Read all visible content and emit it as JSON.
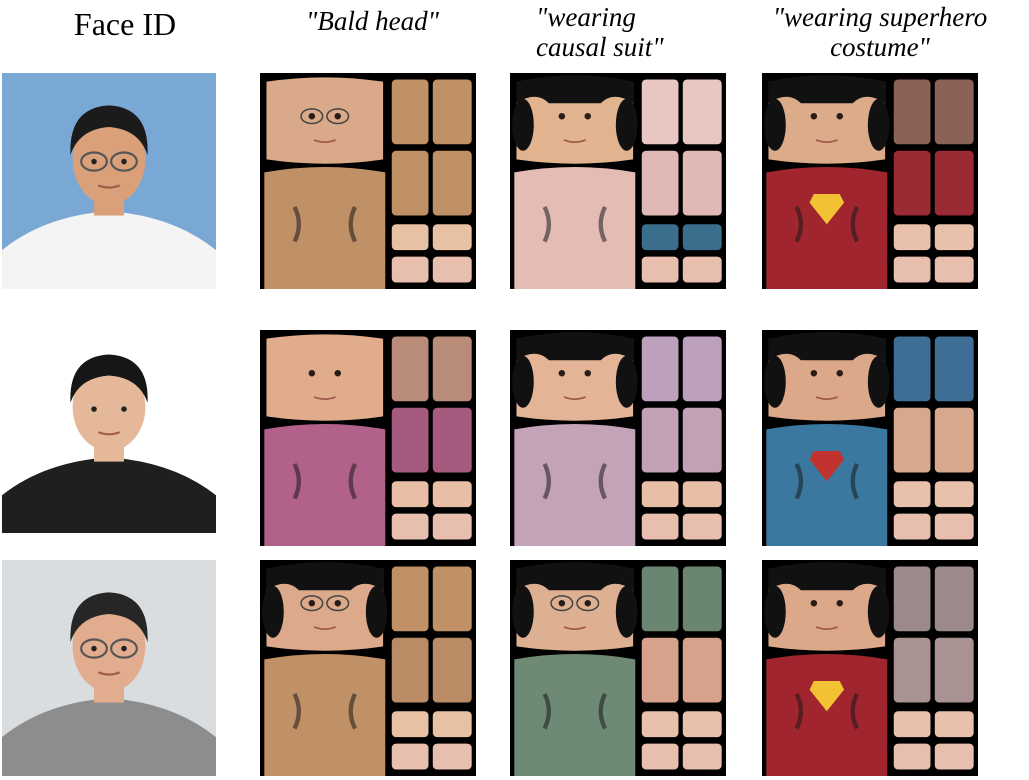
{
  "headers": {
    "face_id": "Face ID",
    "prompt1": "\"Bald head\"",
    "prompt2_line1": "\"wearing",
    "prompt2_line2": "causal suit\"",
    "prompt3_line1": "\"wearing superhero",
    "prompt3_line2": "costume\""
  },
  "rows": [
    {
      "photo": {
        "bg": "#7aa8d4",
        "skin": "#d9a07a",
        "hair": "#1b1b1b",
        "cloth": "#f4f4f4",
        "glasses": true
      },
      "tex": [
        {
          "skin": "#d9a989",
          "hair": "none",
          "shirt": "#c09066",
          "p1": "#c09066",
          "p2": "#c09066",
          "p3": "#e8c0a4",
          "glasses": true
        },
        {
          "skin": "#e1b48f",
          "hair": "#111111",
          "shirt": "#e4bcb4",
          "p1": "#e8c6c2",
          "p2": "#e0b8b6",
          "p3": "#3b6d8c",
          "glasses": false
        },
        {
          "skin": "#dbab8a",
          "hair": "#111111",
          "shirt": "#a0252e",
          "p1": "#8a6256",
          "p2": "#9a2a34",
          "p3": "#e8c0ac",
          "glasses": false,
          "emblem": "#f2c234"
        }
      ]
    },
    {
      "photo": {
        "bg": "#ffffff",
        "skin": "#e6b89a",
        "hair": "#161616",
        "cloth": "#1e2020",
        "glasses": false
      },
      "tex": [
        {
          "skin": "#e1ac8c",
          "hair": "none",
          "shirt": "#b2628a",
          "p1": "#b88c78",
          "p2": "#a65a80",
          "p3": "#e8bea6",
          "glasses": false
        },
        {
          "skin": "#e3b495",
          "hair": "#111111",
          "shirt": "#c4a2b8",
          "p1": "#bda0bc",
          "p2": "#c2a0b6",
          "p3": "#e8bea6",
          "glasses": false
        },
        {
          "skin": "#dca88a",
          "hair": "#111111",
          "shirt": "#3a78a0",
          "p1": "#3e6e96",
          "p2": "#d8a88e",
          "p3": "#e8c0ac",
          "glasses": false,
          "emblem": "#c2322e"
        }
      ]
    },
    {
      "photo": {
        "bg": "#d9dde0",
        "skin": "#e2ac8e",
        "hair": "#262626",
        "cloth": "#8d8d8d",
        "glasses": true
      },
      "tex": [
        {
          "skin": "#dcaa8a",
          "hair": "#111111",
          "shirt": "#c09066",
          "p1": "#c09066",
          "p2": "#ba8c66",
          "p3": "#e8c0a4",
          "glasses": true
        },
        {
          "skin": "#deb092",
          "hair": "#111111",
          "shirt": "#6f8a74",
          "p1": "#6a8670",
          "p2": "#d6a28c",
          "p3": "#e8c0ac",
          "glasses": true
        },
        {
          "skin": "#dca88a",
          "hair": "#111111",
          "shirt": "#a0252e",
          "p1": "#9c8a8a",
          "p2": "#a89292",
          "p3": "#e8c0ac",
          "glasses": false,
          "emblem": "#f2c234"
        }
      ]
    }
  ]
}
